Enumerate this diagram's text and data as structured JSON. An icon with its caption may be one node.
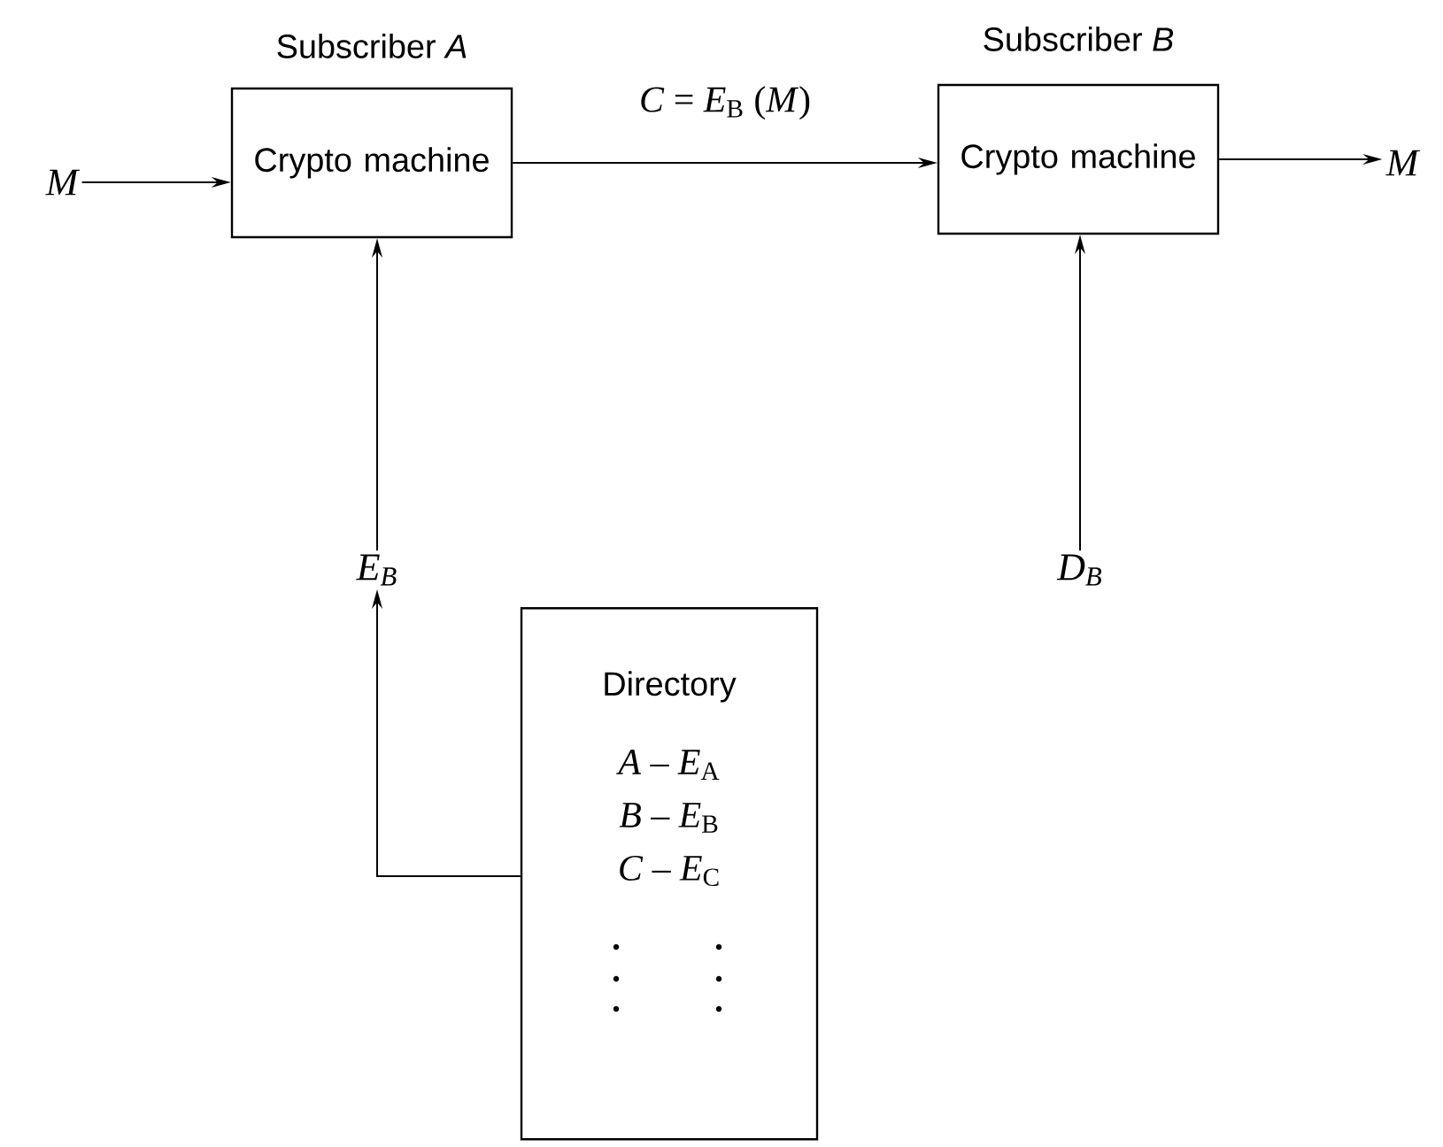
{
  "diagram": {
    "nodes": [
      {
        "text": [
          "M"
        ]
      },
      {
        "text": [
          "Subscriber *A*",
          "Crypto machine"
        ]
      },
      {
        "text": [
          "Subscriber *B*",
          "Crypto machine"
        ]
      },
      {
        "text": [
          "M"
        ]
      },
      {
        "text": [
          "*E*$_{B}$"
        ]
      },
      {
        "text": [
          "*D*$_{B}$"
        ]
      },
      {
        "text": [
          "Directory",
          "*A* – *E*$_{A}$",
          "*B* – *E*$_{B}$",
          "*C* – *E*$_{C}$"
        ]
      }
    ],
    "edges": [
      {
        "from": 0,
        "to": 1,
        "arrow": "to"
      },
      {
        "from": 1,
        "to": 2,
        "arrow": "to",
        "label": "*C* = *E*$_{B}$ (*M*)"
      },
      {
        "from": 2,
        "to": 3,
        "arrow": "to"
      },
      {
        "from": 4,
        "to": 1,
        "arrow": "to"
      },
      {
        "from": 5,
        "to": 2,
        "arrow": "to"
      },
      {
        "from": 6,
        "to": 4,
        "arrow": "to"
      }
    ]
  }
}
